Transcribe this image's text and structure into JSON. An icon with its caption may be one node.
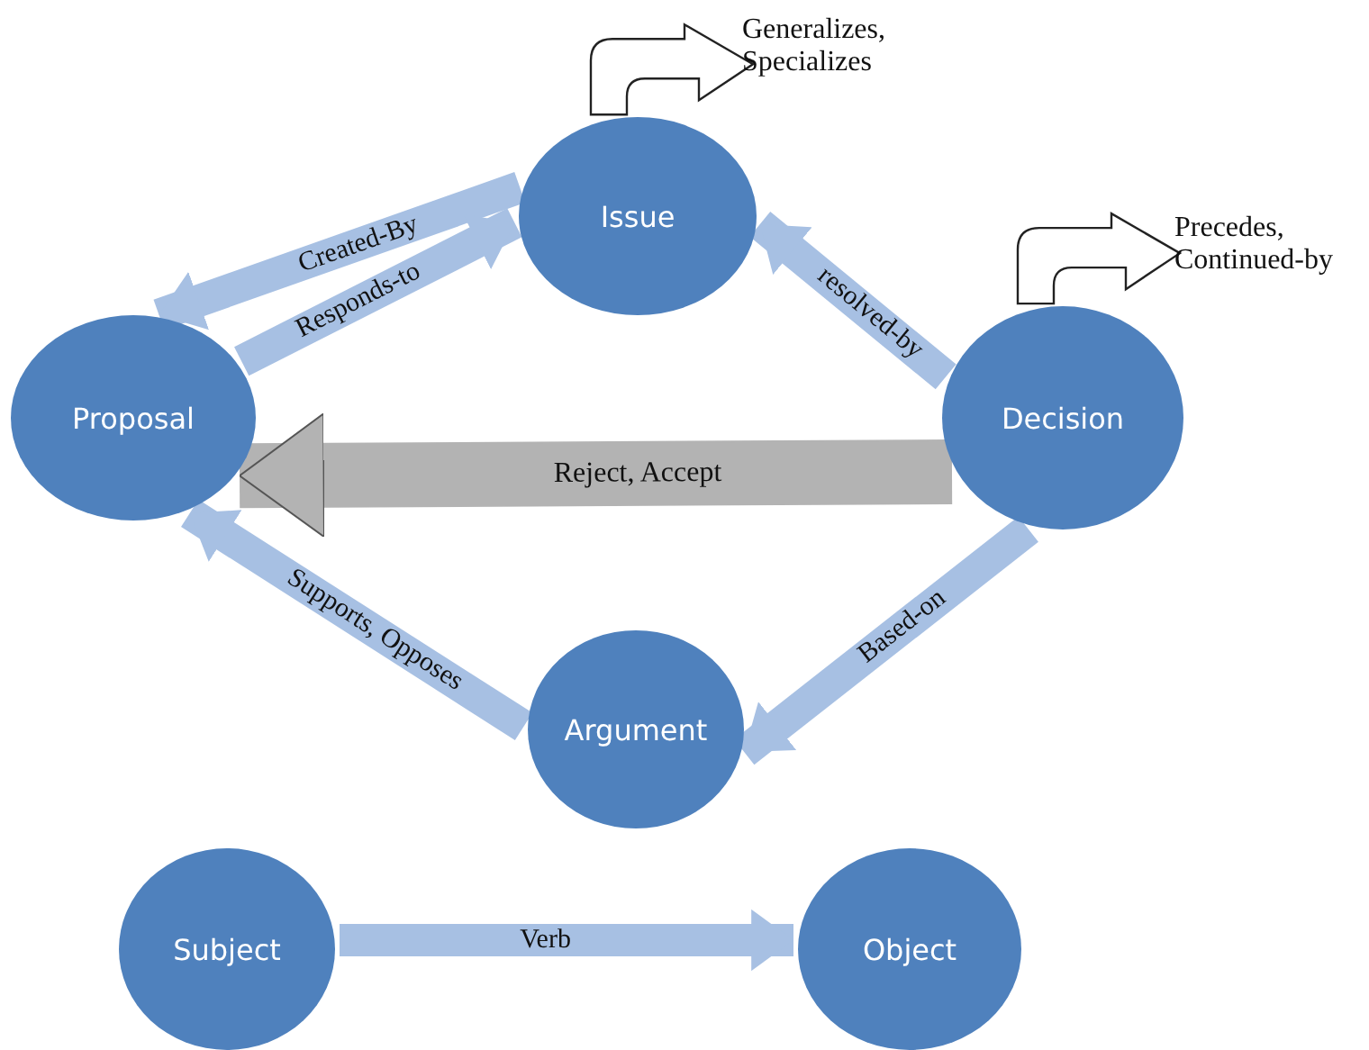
{
  "diagram": {
    "nodes": [
      {
        "text": [
          "Issue"
        ]
      },
      {
        "text": [
          "Proposal"
        ]
      },
      {
        "text": [
          "Decision"
        ]
      },
      {
        "text": [
          "Argument"
        ]
      },
      {
        "text": [
          "Subject"
        ]
      },
      {
        "text": [
          "Object"
        ]
      }
    ],
    "edges": [
      {
        "from": 0,
        "to": null,
        "arrow": "to",
        "label": "Generalizes, Specializes",
        "color": "#ffffff"
      },
      {
        "from": 2,
        "to": null,
        "arrow": "to",
        "label": "Precedes, Continued-by",
        "color": "#ffffff"
      },
      {
        "from": 0,
        "to": 1,
        "arrow": "to",
        "label": "Created-By"
      },
      {
        "from": 1,
        "to": 0,
        "arrow": "to",
        "label": "Responds-to"
      },
      {
        "from": 2,
        "to": 0,
        "arrow": "to",
        "label": "resolved-by"
      },
      {
        "from": 2,
        "to": 1,
        "arrow": "to",
        "label": "Reject, Accept",
        "style": "thick",
        "color": "#b3b3b3"
      },
      {
        "from": 2,
        "to": 3,
        "arrow": "to",
        "label": "Based-on"
      },
      {
        "from": 3,
        "to": 1,
        "arrow": "to",
        "label": "Supports, Opposes"
      },
      {
        "from": 4,
        "to": 5,
        "arrow": "to",
        "label": "Verb"
      }
    ]
  }
}
